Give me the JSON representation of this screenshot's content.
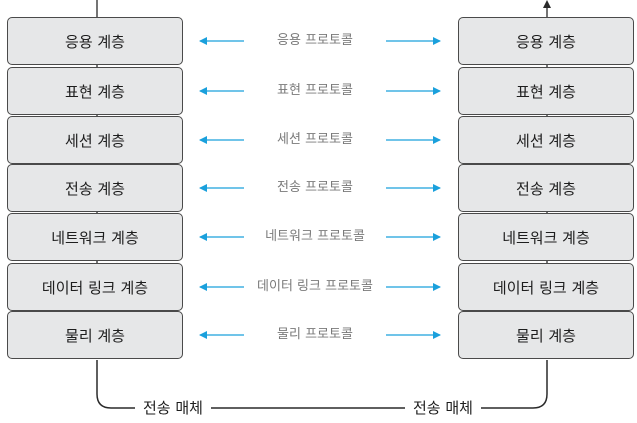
{
  "layers": [
    {
      "name": "응용 계층",
      "protocol": "응용 프로토콜"
    },
    {
      "name": "표현 계층",
      "protocol": "표현 프로토콜"
    },
    {
      "name": "세션 계층",
      "protocol": "세션 프로토콜"
    },
    {
      "name": "전송 계층",
      "protocol": "전송 프로토콜"
    },
    {
      "name": "네트워크 계층",
      "protocol": "네트워크 프로토콜"
    },
    {
      "name": "데이터 링크 계층",
      "protocol": "데이터 링크 프로토콜"
    },
    {
      "name": "물리 계층",
      "protocol": "물리 프로토콜"
    }
  ],
  "medium": {
    "left_label": "전송 매체",
    "right_label": "전송 매체"
  },
  "colors": {
    "box_fill": "#e6e7e8",
    "box_border": "#4a4a4a",
    "arrow_blue": "#1aa0dc",
    "line_dark": "#2a2a2a",
    "protocol_text": "#7a7a7a"
  }
}
